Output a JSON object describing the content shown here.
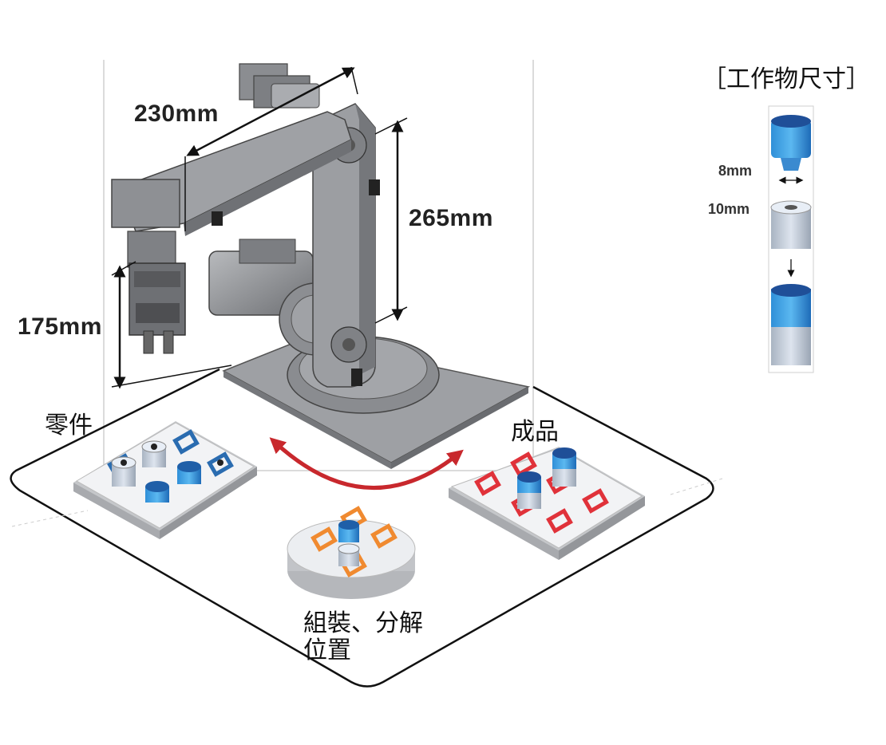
{
  "dimensions": {
    "arm1": "230mm",
    "arm2": "265mm",
    "height": "175mm"
  },
  "stations": {
    "parts": "零件",
    "products": "成品",
    "assembly_line1": "組裝、分解",
    "assembly_line2": "位置"
  },
  "workpiece": {
    "title": "［工作物尺寸］",
    "dim_top": "8mm",
    "dim_bottom": "10mm"
  },
  "colors": {
    "arrow": "#c8282d",
    "product_square": "#e0323a",
    "assembly_square": "#f08a30",
    "parts_square": "#2a6cb0",
    "cap_blue": "#1f6fc0",
    "robot_body": "#8d8f93"
  }
}
